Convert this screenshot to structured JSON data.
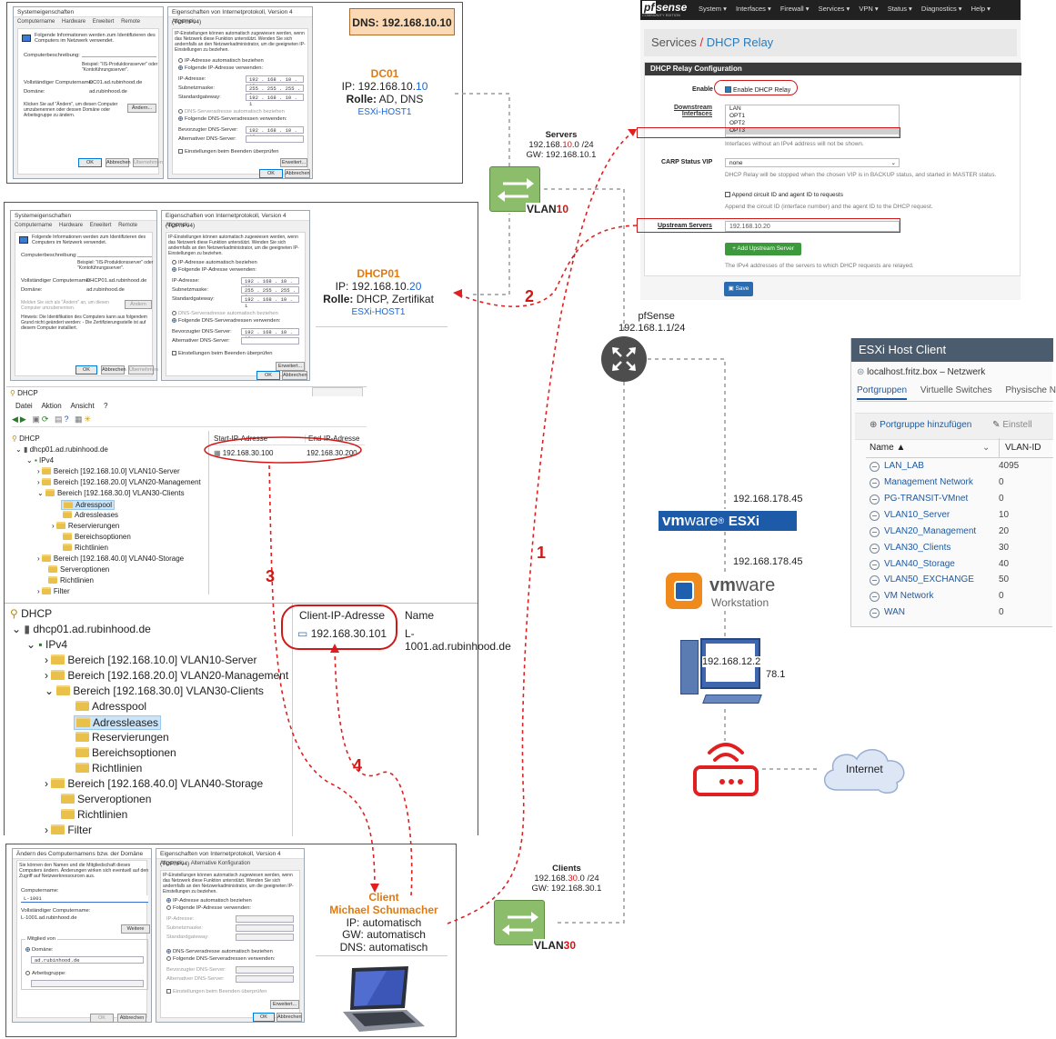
{
  "dns_box": "DNS: 192.168.10.10",
  "dc01": {
    "name": "DC01",
    "ip_prefix": "IP: 192.168.10.",
    "ip_suffix": "10",
    "rolle_label": "Rolle:",
    "rolle": "AD, DNS",
    "host": "ESXi-HOST1"
  },
  "dhcp01": {
    "name": "DHCP01",
    "ip_prefix": "IP: 192.168.10.",
    "ip_suffix": "20",
    "rolle_label": "Rolle:",
    "rolle": "DHCP, Zertifikat",
    "host": "ESXi-HOST1"
  },
  "client": {
    "name": "Client",
    "user": "Michael Schumacher",
    "ip": "IP: automatisch",
    "gw": "GW: automatisch",
    "dns": "DNS: automatisch"
  },
  "win_dc01": {
    "sys_title": "Systemeigenschaften",
    "sys_tabs": [
      "Computername",
      "Hardware",
      "Erweitert",
      "Remote"
    ],
    "sys_info": "Folgende Informationen werden zum Identifizieren des Computers im Netzwerk verwendet.",
    "desc_label": "Computerbeschreibung:",
    "example": "Beispiel: \"IIS-Produktionsserver\" oder \"Kontoführungsserver\".",
    "fqdn_label": "Vollständiger Computername:",
    "fqdn": "DC01.ad.rubinhood.de",
    "domain_label": "Domäne:",
    "domain": "ad.rubinhood.de",
    "rename_text": "Klicken Sie auf \"Ändern\", um diesen Computer umzubenennen oder dessen Domäne oder Arbeitsgruppe zu ändern.",
    "change_btn": "Ändern...",
    "ok": "OK",
    "cancel": "Abbrechen",
    "apply": "Übernehmen",
    "tcp_title": "Eigenschaften von Internetprotokoll, Version 4 (TCP/IPv4)",
    "tcp_tab": "Allgemein",
    "tcp_info": "IP-Einstellungen können automatisch zugewiesen werden, wenn das Netzwerk diese Funktion unterstützt. Wenden Sie sich andernfalls an den Netzwerkadministrator, um die geeigneten IP-Einstellungen zu beziehen.",
    "auto_ip": "IP-Adresse automatisch beziehen",
    "fixed_ip": "Folgende IP-Adresse verwenden:",
    "ip_label": "IP-Adresse:",
    "ip": "192 . 168 . 10 . 10",
    "mask_label": "Subnetzmaske:",
    "mask": "255 . 255 . 255 . 0",
    "gw_label": "Standardgateway:",
    "gw": "192 . 168 . 10 . 1",
    "auto_dns": "DNS-Serveradresse automatisch beziehen",
    "fixed_dns": "Folgende DNS-Serveradressen verwenden:",
    "dns1_label": "Bevorzugter DNS-Server:",
    "dns1": "192 . 168 . 10 . 10",
    "dns2_label": "Alternativer DNS-Server:",
    "validate": "Einstellungen beim Beenden überprüfen",
    "advanced": "Erweitert..."
  },
  "win_dhcp01": {
    "sys_title": "Systemeigenschaften",
    "sys_tabs": [
      "Computername",
      "Hardware",
      "Erweitert",
      "Remote"
    ],
    "sys_info": "Folgende Informationen werden zum Identifizieren des Computers im Netzwerk verwendet.",
    "desc_label": "Computerbeschreibung:",
    "example": "Beispiel: \"IIS-Produktionsserver\" oder \"Kontoführungsserver\".",
    "fqdn_label": "Vollständiger Computername:",
    "fqdn": "DHCP01.ad.rubinhood.de",
    "domain_label": "Domäne:",
    "domain": "ad.rubinhood.de",
    "rename_text": "Melden Sie sich als \"Ändern\" an, um diesen Computer umzubenennen.",
    "change_btn": "Ändern",
    "note": "Hinweis: Die Identifikation des Computers kann aus folgendem Grund nicht geändert werden: - Die Zertifizierungsstelle ist auf diesem Computer installiert.",
    "ok": "OK",
    "cancel": "Abbrechen",
    "apply": "Übernehmen",
    "tcp_title": "Eigenschaften von Internetprotokoll, Version 4 (TCP/IPv4)",
    "tcp_tab": "Allgemein",
    "tcp_info": "IP-Einstellungen können automatisch zugewiesen werden, wenn das Netzwerk diese Funktion unterstützt. Wenden Sie sich andernfalls an den Netzwerkadministrator, um die geeigneten IP-Einstellungen zu beziehen.",
    "auto_ip": "IP-Adresse automatisch beziehen",
    "fixed_ip": "Folgende IP-Adresse verwenden:",
    "ip_label": "IP-Adresse:",
    "ip": "192 . 168 . 10 . 20",
    "mask_label": "Subnetzmaske:",
    "mask": "255 . 255 . 255 . 0",
    "gw_label": "Standardgateway:",
    "gw": "192 . 168 . 10 . 1",
    "auto_dns": "DNS-Serveradresse automatisch beziehen",
    "fixed_dns": "Folgende DNS-Serveradressen verwenden:",
    "dns1_label": "Bevorzugter DNS-Server:",
    "dns1": "192 . 168 . 10 . 10",
    "dns2_label": "Alternativer DNS-Server:",
    "validate": "Einstellungen beim Beenden überprüfen",
    "advanced": "Erweitert..."
  },
  "dhcp_console": {
    "title": "DHCP",
    "menu": [
      "Datei",
      "Aktion",
      "Ansicht",
      "?"
    ],
    "root": "DHCP",
    "server": "dhcp01.ad.rubinhood.de",
    "ipv4": "IPv4",
    "scopes": [
      "Bereich [192.168.10.0] VLAN10-Server",
      "Bereich [192.168.20.0] VLAN20-Management",
      "Bereich [192.168.30.0] VLAN30-Clients"
    ],
    "scope_children": [
      "Adresspool",
      "Adressleases",
      "Reservierungen",
      "Bereichsoptionen",
      "Richtlinien"
    ],
    "scope_40": "Bereich [192.168.40.0] VLAN40-Storage",
    "server_opts": "Serveroptionen",
    "policies": "Richtlinien",
    "filter": "Filter",
    "col_start": "Start-IP-Adresse",
    "col_end": "End-IP-Adresse",
    "start_ip": "192.168.30.100",
    "end_ip": "192.168.30.200"
  },
  "dhcp_leases": {
    "root": "DHCP",
    "server": "dhcp01.ad.rubinhood.de",
    "ipv4": "IPv4",
    "scopes": [
      "Bereich [192.168.10.0] VLAN10-Server",
      "Bereich [192.168.20.0] VLAN20-Management",
      "Bereich [192.168.30.0] VLAN30-Clients"
    ],
    "scope_children": [
      "Adresspool",
      "Adressleases",
      "Reservierungen",
      "Bereichsoptionen",
      "Richtlinien"
    ],
    "scope_40": "Bereich [192.168.40.0] VLAN40-Storage",
    "server_opts": "Serveroptionen",
    "policies": "Richtlinien",
    "filter": "Filter",
    "col_client_ip": "Client-IP-Adresse",
    "col_name": "Name",
    "client_ip": "192.168.30.101",
    "client_name": "L-1001.ad.rubinhood.de"
  },
  "win_client": {
    "sys_title": "Ändern des Computernamens bzw. der Domäne",
    "sys_info": "Sie können den Namen und die Mitgliedschaft dieses Computers ändern. Änderungen wirken sich eventuell auf den Zugriff auf Netzwerkressourcen aus.",
    "name_label": "Computername:",
    "name": "L-1001",
    "fqdn_label": "Vollständiger Computername:",
    "fqdn": "L-1001.ad.rubinhood.de",
    "more_btn": "Weitere",
    "member_label": "Mitglied von",
    "domain_opt": "Domäne:",
    "domain": "ad.rubinhood.de",
    "workgroup_opt": "Arbeitsgruppe:",
    "ok": "OK",
    "cancel": "Abbrechen",
    "tcp_title": "Eigenschaften von Internetprotokoll, Version 4 (TCP/IPv4)",
    "tcp_tabs": [
      "Allgemein",
      "Alternative Konfiguration"
    ],
    "tcp_info": "IP-Einstellungen können automatisch zugewiesen werden, wenn das Netzwerk diese Funktion unterstützt. Wenden Sie sich andernfalls an den Netzwerkadministrator, um die geeigneten IP-Einstellungen zu beziehen.",
    "auto_ip": "IP-Adresse automatisch beziehen",
    "fixed_ip": "Folgende IP-Adresse verwenden:",
    "ip_label": "IP-Adresse:",
    "mask_label": "Subnetzmaske:",
    "gw_label": "Standardgateway:",
    "auto_dns": "DNS-Serveradresse automatisch beziehen",
    "fixed_dns": "Folgende DNS-Serveradressen verwenden:",
    "dns1_label": "Bevorzugter DNS-Server:",
    "dns2_label": "Alternativer DNS-Server:",
    "validate": "Einstellungen beim Beenden überprüfen",
    "advanced": "Erweitert..."
  },
  "pfsense": {
    "logo": "pfsense",
    "edition": "COMMUNITY EDITION",
    "menu": [
      "System ▾",
      "Interfaces ▾",
      "Firewall ▾",
      "Services ▾",
      "VPN ▾",
      "Status ▾",
      "Diagnostics ▾",
      "Help ▾"
    ],
    "breadcrumb_parent": "Services",
    "breadcrumb_sep": "/",
    "breadcrumb_current": "DHCP Relay",
    "panel_title": "DHCP Relay Configuration",
    "enable_label": "Enable",
    "enable_text": "Enable DHCP Relay",
    "downstream_label_1": "Downstream",
    "downstream_label_2": "Interfaces",
    "interfaces": [
      "LAN",
      "OPT1",
      "OPT2",
      "OPT3"
    ],
    "downstream_help": "Interfaces without an IPv4 address will not be shown.",
    "carp_label": "CARP Status VIP",
    "carp_value": "none",
    "carp_help": "DHCP Relay will be stopped when the chosen VIP is in BACKUP status, and started in MASTER status.",
    "append_text": "Append circuit ID and agent ID to requests",
    "append_help": "Append the circuit ID (interface number) and the agent ID to the DHCP request.",
    "upstream_label": "Upstream Servers",
    "upstream_value": "192.168.10.20",
    "add_btn": "+ Add Upstream Server",
    "upstream_help": "The IPv4 addresses of the servers to which DHCP requests are relayed.",
    "save_btn": "Save"
  },
  "esxi_client": {
    "title": "ESXi Host Client",
    "crumb": "localhost.fritz.box – Netzwerk",
    "tabs": [
      "Portgruppen",
      "Virtuelle Switches",
      "Physische N"
    ],
    "add_btn": "Portgruppe hinzufügen",
    "edit_btn": "Einstell",
    "col_name": "Name ▲",
    "col_vlan": "VLAN-ID",
    "rows": [
      {
        "name": "LAN_LAB",
        "vlan": "4095"
      },
      {
        "name": "Management Network",
        "vlan": "0"
      },
      {
        "name": "PG-TRANSIT-VMnet",
        "vlan": "0"
      },
      {
        "name": "VLAN10_Server",
        "vlan": "10"
      },
      {
        "name": "VLAN20_Management",
        "vlan": "20"
      },
      {
        "name": "VLAN30_Clients",
        "vlan": "30"
      },
      {
        "name": "VLAN40_Storage",
        "vlan": "40"
      },
      {
        "name": "VLAN50_EXCHANGE",
        "vlan": "50"
      },
      {
        "name": "VM Network",
        "vlan": "0"
      },
      {
        "name": "WAN",
        "vlan": "0"
      }
    ]
  },
  "network": {
    "servers_title": "Servers",
    "servers_net_a": "192.168.",
    "servers_net_b": "10",
    "servers_net_c": ".0 /24",
    "servers_gw": "GW: 192.168.10.1",
    "vlan10_a": "VLAN",
    "vlan10_b": "10",
    "pfsense_name": "pfSense",
    "pfsense_ip": "192.168.1.1/24",
    "esxi_ip": "192.168.178.45",
    "esxi_logo_a": "vm",
    "esxi_logo_b": "ware",
    "esxi_logo_c": "ESXi",
    "ws_ip": "192.168.178.45",
    "ws_logo_a": "vm",
    "ws_logo_b": "ware",
    "ws_logo_c": "Workstation",
    "pc_ip": "192.168.12.2",
    "pc_suffix": "78.1",
    "internet": "Internet",
    "clients_title": "Clients",
    "clients_net_a": "192.168.",
    "clients_net_b": "30",
    "clients_net_c": ".0 /24",
    "clients_gw": "GW: 192.168.30.1",
    "vlan30_a": "VLAN",
    "vlan30_b": "30",
    "steps": [
      "1",
      "2",
      "3",
      "4"
    ]
  }
}
